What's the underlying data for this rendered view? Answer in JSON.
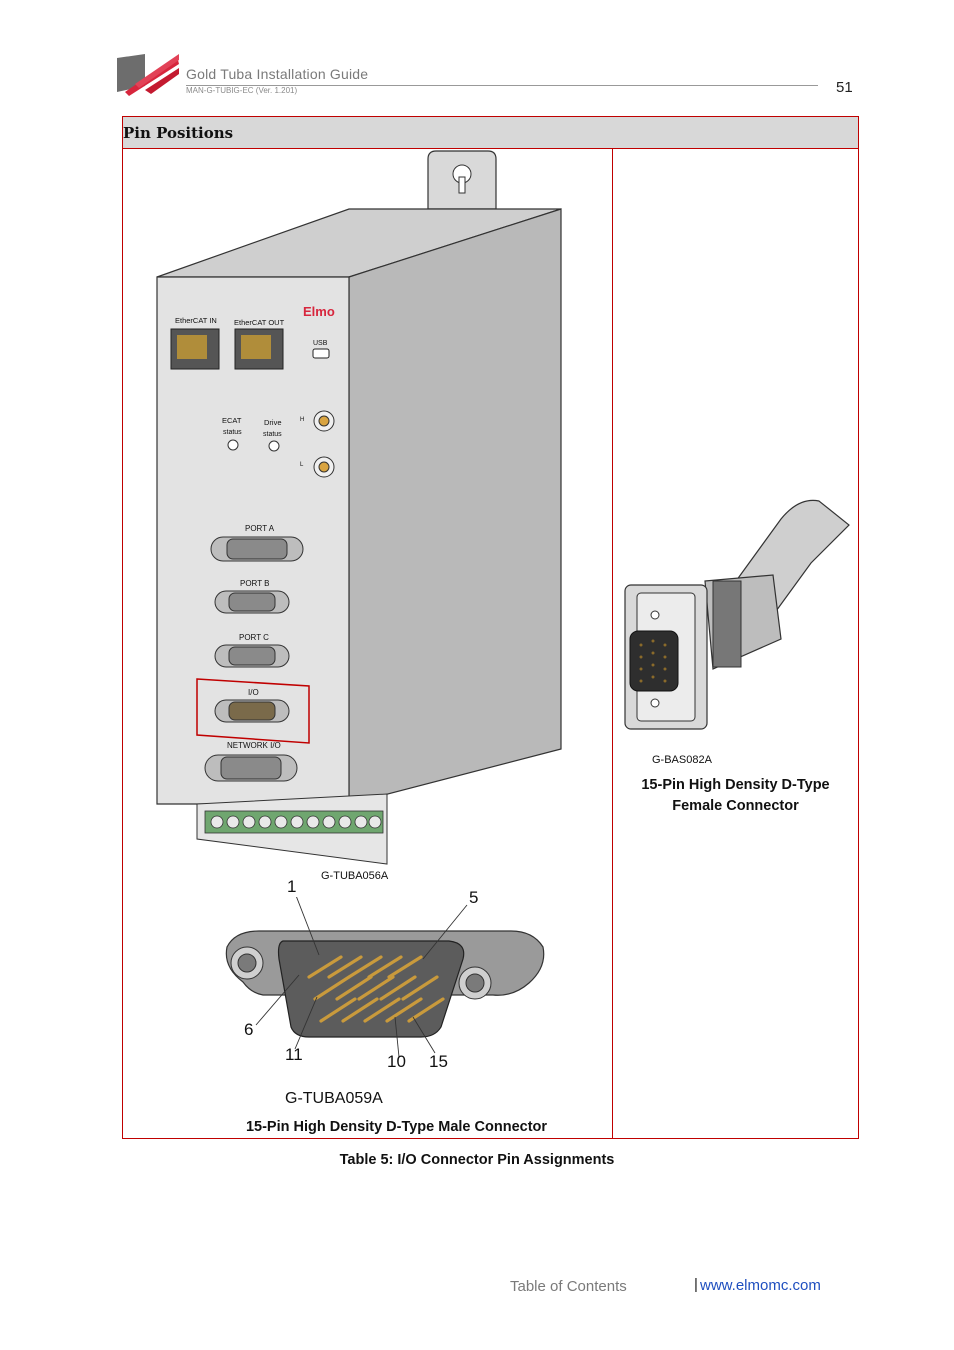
{
  "header": {
    "title": "Gold Tuba Installation Guide",
    "doc_id": "MAN-G-TUBIG-EC (Ver. 1.201)",
    "page_number": "51"
  },
  "table": {
    "heading": "Pin Positions",
    "left": {
      "device_label": "G-TUBA056A",
      "connector_label": "G-TUBA059A",
      "caption": "15-Pin High Density D-Type Male Connector",
      "panel_labels": {
        "ethercat_in": "EtherCAT IN",
        "ethercat_out": "EtherCAT OUT",
        "brand": "Elmo",
        "usb": "USB",
        "ecat": "ECAT",
        "ecat_status": "status",
        "drive": "Drive",
        "drive_status": "status",
        "h": "H",
        "l": "L",
        "port_a": "PORT A",
        "port_b": "PORT B",
        "port_c": "PORT C",
        "io": "I/O",
        "network_io": "NETWORK I/O"
      },
      "pin_numbers": [
        "1",
        "5",
        "6",
        "11",
        "10",
        "15"
      ]
    },
    "right": {
      "connector_label": "G-BAS082A",
      "caption_line1": "15-Pin High Density D-Type",
      "caption_line2": "Female Connector"
    }
  },
  "table_caption": "Table 5: I/O Connector Pin Assignments",
  "footer": {
    "toc": "Table of Contents",
    "separator": "|",
    "url": "www.elmomc.com"
  },
  "colors": {
    "accent_red": "#c00000",
    "link_blue": "#1f4fbf"
  }
}
